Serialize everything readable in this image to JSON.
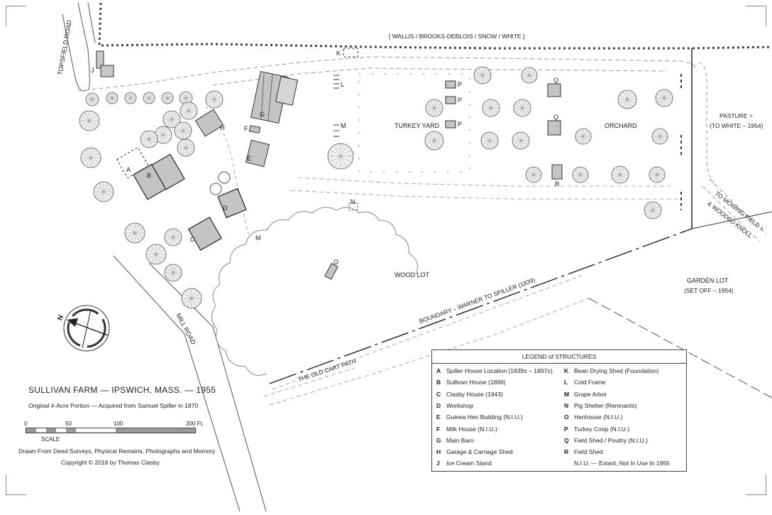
{
  "title": "SULLIVAN FARM — IPSWICH, MASS. — 1955",
  "subtitle": "Original 4-Acre Portion — Acquired from Samuel Spiller  in 1870",
  "credits": {
    "line1": "Drawn From Deed Surveys, Physical Remains, Photographs and Memory",
    "line2": "Copyright © 2018 by Thomas Clasby"
  },
  "scale": {
    "label": "SCALE",
    "ticks": [
      "0",
      "50",
      "100",
      "200 Ft."
    ]
  },
  "compass": {
    "north": "N"
  },
  "map_labels": {
    "neighbors": "[  WALLIS / BROOKS-DEBLOIS / SNOW / WHITE  ]",
    "topsfield_road": "TOPSFIELD ROAD",
    "mill_road": "MILL ROAD",
    "turkey_yard": "TURKEY YARD",
    "orchard": "ORCHARD",
    "wood_lot": "WOOD LOT",
    "pasture": "PASTURE  >",
    "pasture_note": "(TO WHITE – 1954)",
    "mowing_field_1": "TO MOWING FIELD  >",
    "mowing_field_2": "& WOODED KNOLL",
    "garden_lot": "GARDEN LOT",
    "garden_lot_note": "(SET OFF – 1954)",
    "boundary": "BOUNDARY  –  WARNER TO SPILLER  (1839)",
    "cart_path": "THE  OLD  CART  PATH"
  },
  "structure_markers": {
    "A": "A",
    "B": "B",
    "C": "C",
    "D": "D",
    "E": "E",
    "F": "F",
    "G": "G",
    "H": "H",
    "J": "J",
    "K": "K",
    "L": "L",
    "M1": "M",
    "M2": "M",
    "N": "N",
    "O": "O",
    "P1": "P",
    "P2": "P",
    "P3": "P",
    "Q1": "Q",
    "Q2": "Q",
    "R": "R"
  },
  "legend": {
    "title": "LEGEND  of  STRUCTURES",
    "left": [
      {
        "key": "A",
        "text": "Spiller House Location  (1839± – 1897±)"
      },
      {
        "key": "B",
        "text": "Sullivan House  (1896)"
      },
      {
        "key": "C",
        "text": "Clasby House  (1943)"
      },
      {
        "key": "D",
        "text": "Workshop"
      },
      {
        "key": "E",
        "text": "Guinea Hen Building  (N.I.U.)"
      },
      {
        "key": "F",
        "text": "Milk House  (N.I.U.)"
      },
      {
        "key": "G",
        "text": "Main Barn"
      },
      {
        "key": "H",
        "text": "Garage & Carriage Shed"
      },
      {
        "key": "J",
        "text": "Ice Cream Stand"
      }
    ],
    "right": [
      {
        "key": "K",
        "text": "Bean Drying Shed  (Foundation)"
      },
      {
        "key": "L",
        "text": "Cold Frame"
      },
      {
        "key": "M",
        "text": "Grape Arbor"
      },
      {
        "key": "N",
        "text": "Pig Shelter  (Remnants)"
      },
      {
        "key": "O",
        "text": "Henhouse  (N.I.U.)"
      },
      {
        "key": "P",
        "text": "Turkey Coop  (N.I.U.)"
      },
      {
        "key": "Q",
        "text": "Field Shed / Poultry  (N.I.U.)"
      },
      {
        "key": "R",
        "text": "Field Shed"
      },
      {
        "key": "",
        "text": "N.I.U. — Extant, Not In Use In 1955"
      }
    ]
  },
  "colors": {
    "ink": "#222222",
    "roof": "#bdbdbd",
    "fence": "#555555",
    "path": "#9a9a9a"
  }
}
